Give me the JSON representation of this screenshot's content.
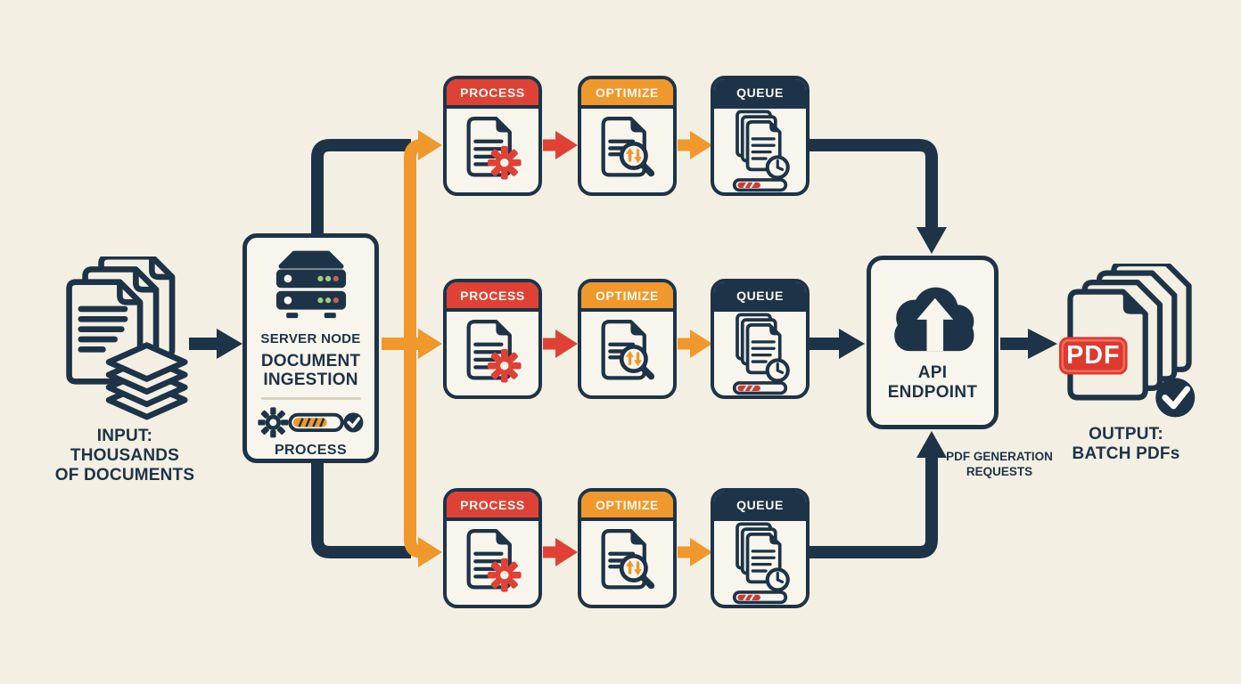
{
  "palette": {
    "background": "#f3efe3",
    "box_background": "#f8f5ec",
    "navy": "#1d3348",
    "red": "#e04135",
    "orange": "#f0982b",
    "green_dot": "#a5cb7d",
    "red_dot": "#c75d5d",
    "white": "#ffffff"
  },
  "input": {
    "icon": "documents-stack-icon",
    "label": "INPUT:\nTHOUSANDS\nOF DOCUMENTS"
  },
  "server_node": {
    "icon": "server-icon",
    "title": "SERVER NODE",
    "subtitle": "DOCUMENT\nINGESTION",
    "status_icon": "gear-progress-check-icon",
    "status": "PROCESS"
  },
  "pipeline_rows": [
    {
      "stages": [
        {
          "label": "PROCESS",
          "icon": "document-gear-icon",
          "header_color": "#e04135"
        },
        {
          "label": "OPTIMIZE",
          "icon": "document-magnifier-icon",
          "header_color": "#f0982b"
        },
        {
          "label": "QUEUE",
          "icon": "documents-clock-progress-icon",
          "header_color": "#1d3348"
        }
      ]
    },
    {
      "stages": [
        {
          "label": "PROCESS",
          "icon": "document-gear-icon",
          "header_color": "#e04135"
        },
        {
          "label": "OPTIMIZE",
          "icon": "document-magnifier-icon",
          "header_color": "#f0982b"
        },
        {
          "label": "QUEUE",
          "icon": "documents-clock-progress-icon",
          "header_color": "#1d3348"
        }
      ]
    },
    {
      "stages": [
        {
          "label": "PROCESS",
          "icon": "document-gear-icon",
          "header_color": "#e04135"
        },
        {
          "label": "OPTIMIZE",
          "icon": "document-magnifier-icon",
          "header_color": "#f0982b"
        },
        {
          "label": "QUEUE",
          "icon": "documents-clock-progress-icon",
          "header_color": "#1d3348"
        }
      ]
    }
  ],
  "api_endpoint": {
    "icon": "cloud-upload-icon",
    "label": "API\nENDPOINT"
  },
  "annotation": {
    "label": "PDF GENERATION\nREQUESTS"
  },
  "output": {
    "icon": "pdf-stack-icon",
    "badge": "PDF",
    "label": "OUTPUT:\nBATCH PDFs"
  }
}
